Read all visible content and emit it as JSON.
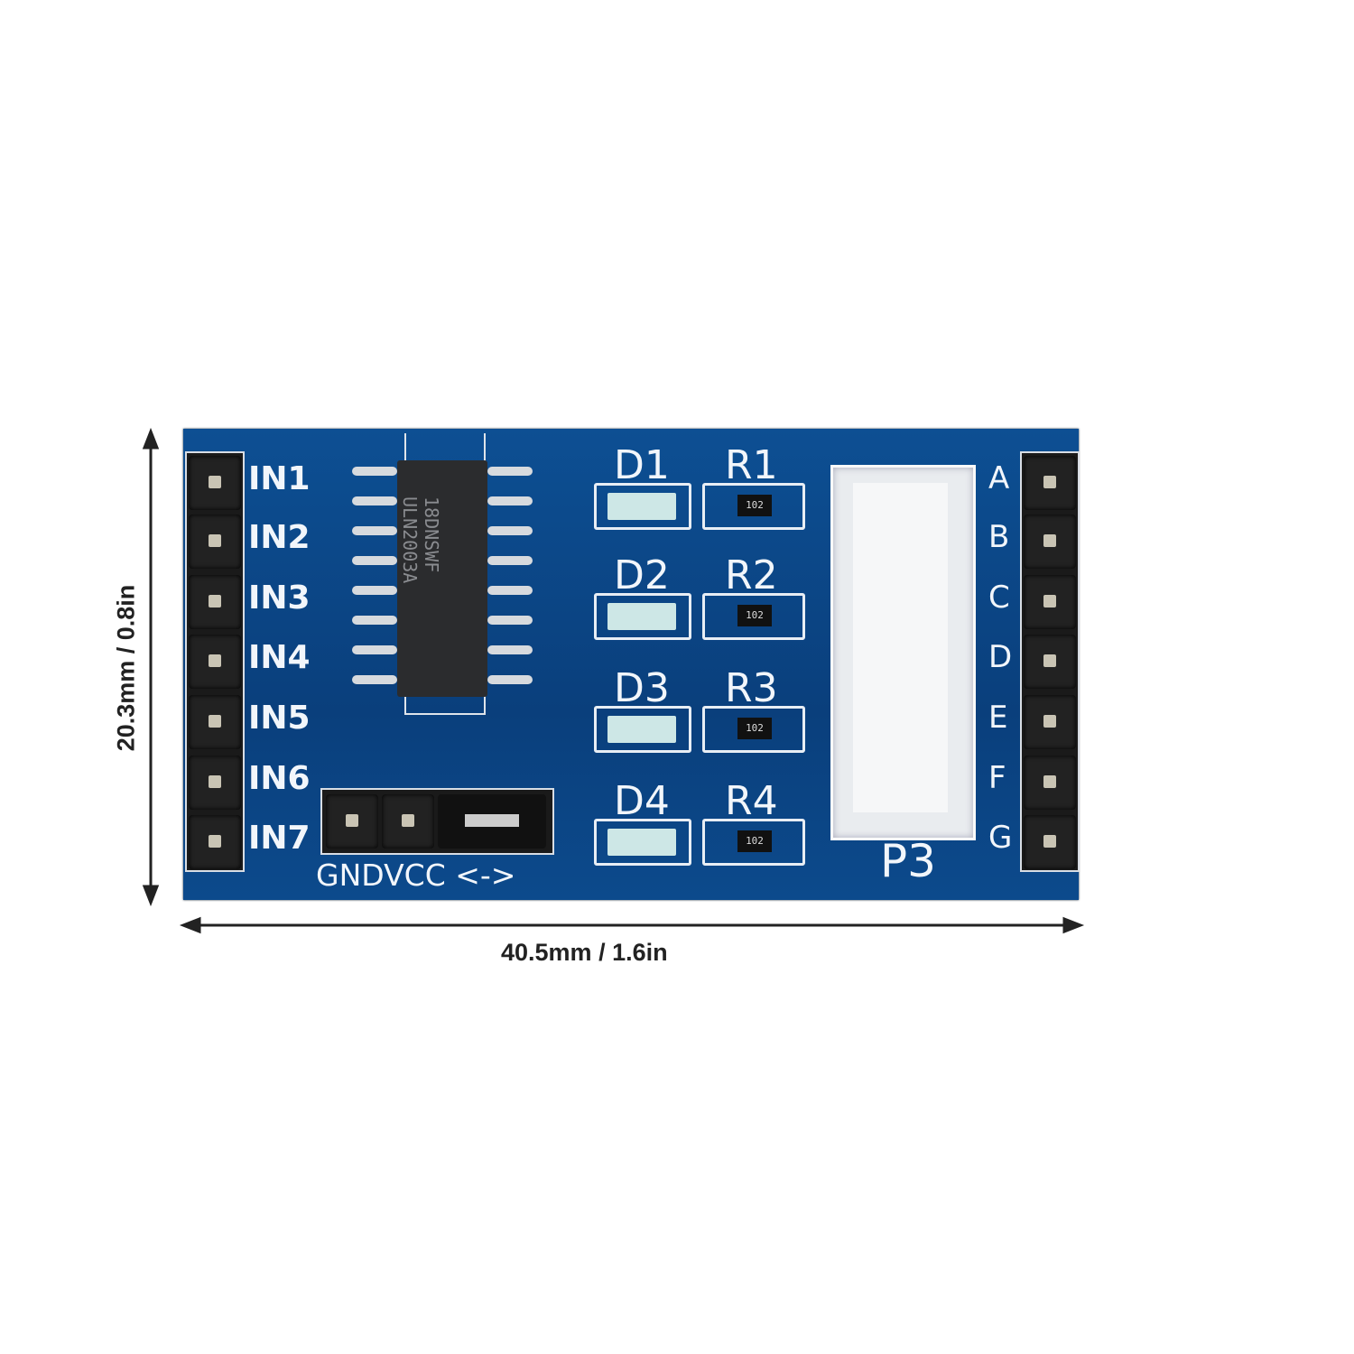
{
  "dimensions": {
    "height_label": "20.3mm / 0.8in",
    "width_label": "40.5mm / 1.6in"
  },
  "board": {
    "inputs": [
      "IN1",
      "IN2",
      "IN3",
      "IN4",
      "IN5",
      "IN6",
      "IN7"
    ],
    "outputs": [
      "A",
      "B",
      "C",
      "D",
      "E",
      "F",
      "G"
    ],
    "leds": [
      "D1",
      "D2",
      "D3",
      "D4"
    ],
    "resistors": [
      {
        "label": "R1",
        "code": "102"
      },
      {
        "label": "R2",
        "code": "102"
      },
      {
        "label": "R3",
        "code": "102"
      },
      {
        "label": "R4",
        "code": "102"
      }
    ],
    "connector_label": "P3",
    "power_label": "GNDVCC <->",
    "chip": {
      "line1": "18DNSWF",
      "line2": "ULN2003A"
    }
  },
  "colors": {
    "pcb": "#0c4a8a",
    "silkscreen": "#f2f6fb"
  }
}
